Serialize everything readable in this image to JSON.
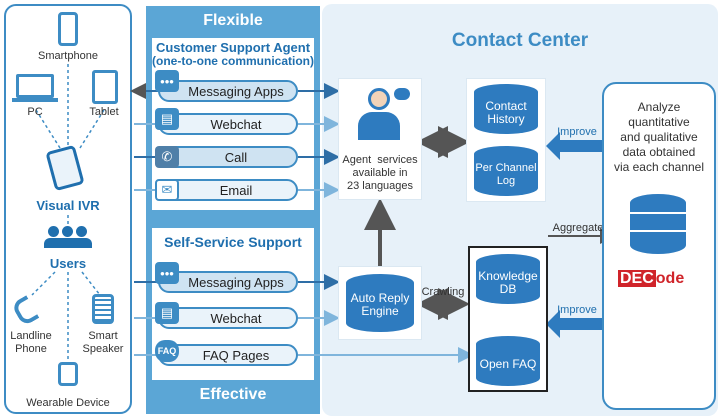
{
  "left": {
    "smartphone": "Smartphone",
    "pc": "PC",
    "tablet": "Tablet",
    "visual_ivr": "Visual IVR",
    "users": "Users",
    "landline": "Landline\nPhone",
    "smart_speaker": "Smart\nSpeaker",
    "wearable": "Wearable Device"
  },
  "middle": {
    "flexible": "Flexible",
    "effective": "Effective",
    "agent_title": "Customer Support Agent",
    "agent_subtitle": "(one-to-one communication)",
    "self_title": "Self-Service Support",
    "agent_channels": [
      "Messaging Apps",
      "Webchat",
      "Call",
      "Email"
    ],
    "self_channels": [
      "Messaging Apps",
      "Webchat",
      "FAQ Pages"
    ]
  },
  "center": {
    "title": "Contact Center",
    "agent_services": "Agent  services\navailable in\n23 languages",
    "contact_history": "Contact\nHistory",
    "per_channel_log": "Per Channel\nLog",
    "auto_reply": "Auto Reply\nEngine",
    "crawling": "Crawling",
    "knowledge_db": "Knowledge\nDB",
    "open_faq": "Open FAQ",
    "improve_top": "Improve",
    "improve_bottom": "Improve",
    "aggregate": "Aggregate"
  },
  "right": {
    "analyze": "Analyze\nquantitative\nand qualitative\ndata obtained\nvia each channel",
    "brand_dec": "DEC",
    "brand_ode": "ode"
  },
  "icons": {
    "faq_badge": "FAQ"
  },
  "colors": {
    "primary": "#3d8cc4",
    "band": "#5ba6d6",
    "dark_blue": "#1f6fae",
    "cylinder": "#2e7bbf",
    "brand_red": "#d0242a",
    "arrow_gray": "#555555"
  }
}
